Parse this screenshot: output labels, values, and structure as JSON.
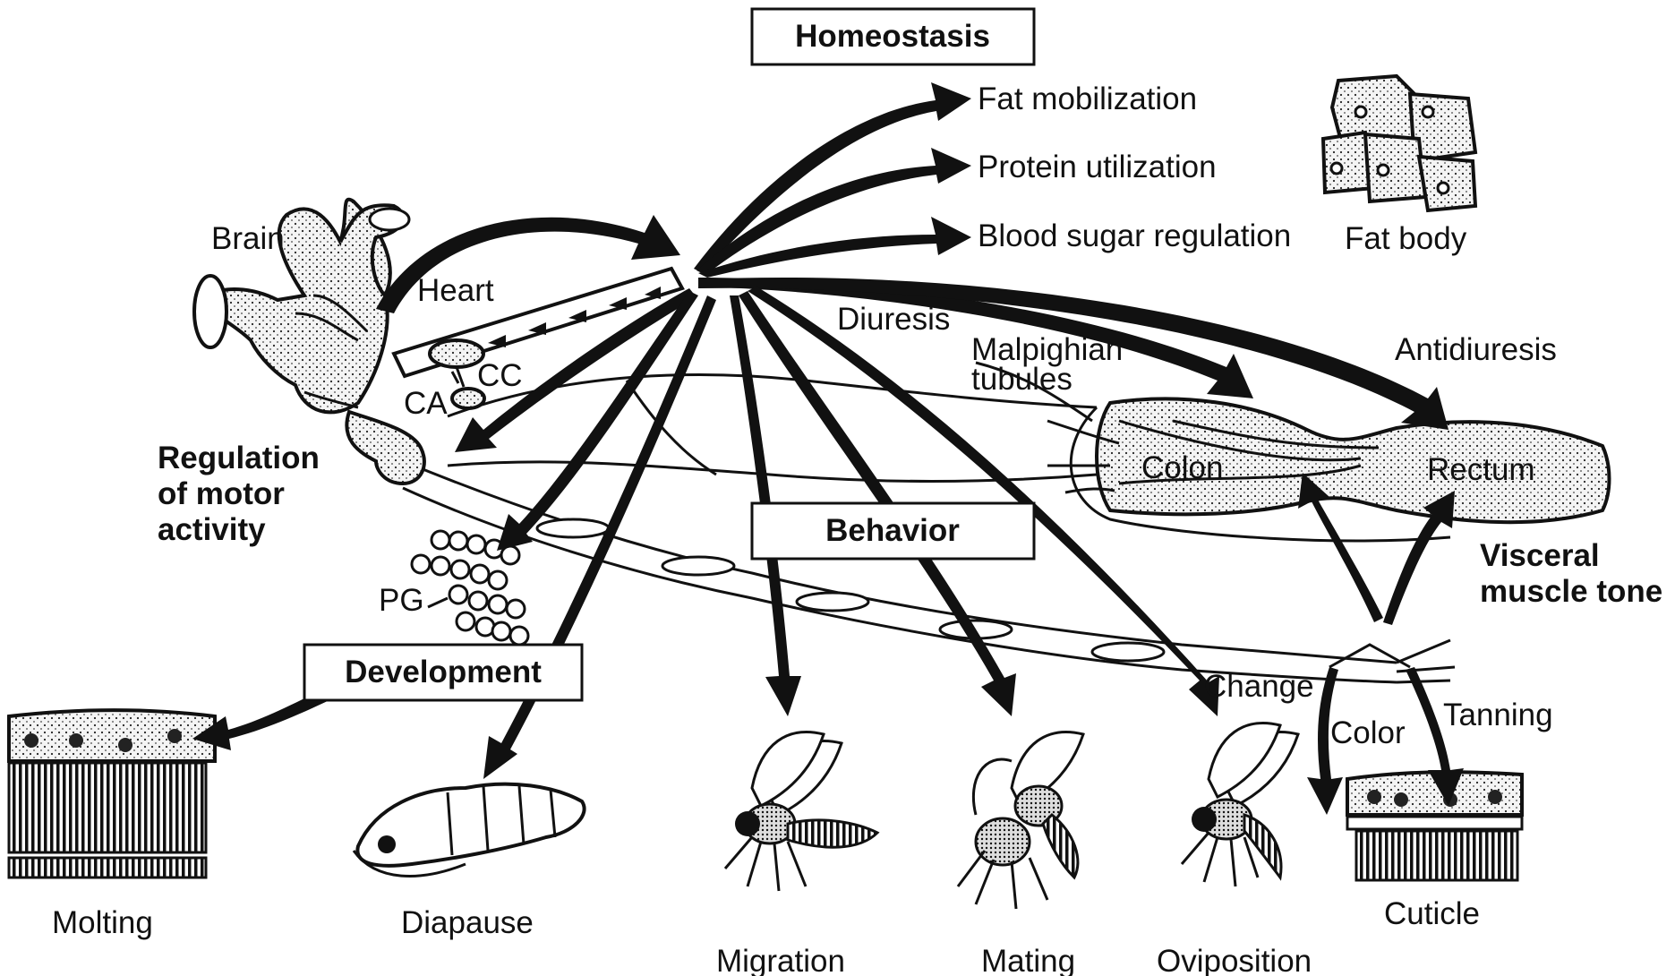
{
  "boxes": {
    "homeostasis": "Homeostasis",
    "behavior": "Behavior",
    "development": "Development"
  },
  "homeostasis_effects": [
    "Fat mobilization",
    "Protein utilization",
    "Blood sugar regulation"
  ],
  "anatomy": {
    "brain": "Brain",
    "heart": "Heart",
    "cc": "CC",
    "ca": "CA",
    "pg": "PG",
    "malpighian_1": "Malpighian",
    "malpighian_2": "tubules",
    "colon": "Colon",
    "rectum": "Rectum",
    "fat_body": "Fat body"
  },
  "functions": {
    "diuresis": "Diuresis",
    "antidiuresis": "Antidiuresis",
    "motor_1": "Regulation",
    "motor_2": "of motor",
    "motor_3": "activity",
    "visceral_1": "Visceral",
    "visceral_2": "muscle tone",
    "change": "Change",
    "color": "Color",
    "tanning": "Tanning"
  },
  "outcomes": {
    "molting": "Molting",
    "diapause": "Diapause",
    "migration": "Migration",
    "mating": "Mating",
    "oviposition": "Oviposition",
    "cuticle": "Cuticle"
  },
  "icons": [
    "brain-icon",
    "fat-body-icon",
    "pupa-icon",
    "insect-icon",
    "cuticle-icon",
    "molting-epidermis-icon"
  ]
}
